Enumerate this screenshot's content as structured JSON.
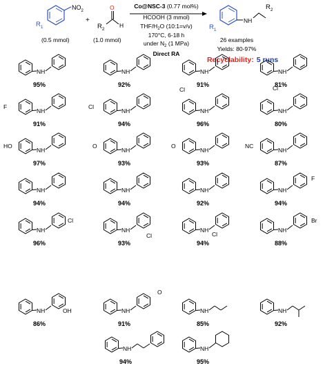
{
  "reaction": {
    "reagents": {
      "nitro_sub": "R",
      "nitro_sub_index": "1",
      "nitro_group": "NO",
      "nitro_index": "2",
      "nitro_amount": "(0.5 mmol)",
      "plus": "+",
      "aldehyde_r": "R",
      "aldehyde_r_index": "2",
      "aldehyde_o": "O",
      "aldehyde_h": "H",
      "aldehyde_amount": "(1.0 mmol)"
    },
    "conditions": {
      "catalyst": "Co@NSC-3",
      "catalyst_loading": " (0.77 mol%)",
      "reductant": "HCOOH (3 mmol)",
      "solvent_a": "THF/H",
      "solvent_sub": "2",
      "solvent_b": "O  (10:1=v/v)",
      "temperature": "170°C, 6-18 h",
      "atmosphere_a": "under N",
      "atmosphere_sub": "2",
      "atmosphere_b": " (1 MPa)",
      "method": "Direct RA"
    },
    "product": {
      "r1": "R",
      "r1_index": "1",
      "nh": "NH",
      "r2": "R",
      "r2_index": "2",
      "examples": "26 examples",
      "yields": "Yields: 80-97%",
      "recyclability_label": "Recyclability:",
      "recyclability_runs": "5 runs"
    },
    "colors": {
      "ring": "#3050c8",
      "recyclability": "#e8201c",
      "runs": "#1f3fc2"
    }
  },
  "compounds": [
    {
      "yield": "95%",
      "labels": {
        "nh": "NH"
      }
    },
    {
      "yield": "92%",
      "labels": {
        "nh": "NH"
      }
    },
    {
      "yield": "91%",
      "labels": {
        "nh": "NH"
      }
    },
    {
      "yield": "81%",
      "labels": {
        "nh": "NH"
      }
    },
    {
      "yield": "91%",
      "labels": {
        "nh": "NH",
        "sub": "F"
      }
    },
    {
      "yield": "94%",
      "labels": {
        "nh": "NH",
        "sub": "Cl"
      }
    },
    {
      "yield": "96%",
      "labels": {
        "nh": "NH",
        "sub": "Cl"
      }
    },
    {
      "yield": "80%",
      "labels": {
        "nh": "NH",
        "sub": "Cl"
      }
    },
    {
      "yield": "97%",
      "labels": {
        "nh": "NH",
        "sub": "HO"
      }
    },
    {
      "yield": "93%",
      "labels": {
        "nh": "NH",
        "sub": "O"
      }
    },
    {
      "yield": "93%",
      "labels": {
        "nh": "NH",
        "sub": "O"
      }
    },
    {
      "yield": "87%",
      "labels": {
        "nh": "NH",
        "sub": "NC"
      }
    },
    {
      "yield": "94%",
      "labels": {
        "nh": "NH"
      }
    },
    {
      "yield": "94%",
      "labels": {
        "nh": "NH"
      }
    },
    {
      "yield": "92%",
      "labels": {
        "nh": "NH"
      }
    },
    {
      "yield": "94%",
      "labels": {
        "nh": "NH",
        "sub": "F"
      }
    },
    {
      "yield": "96%",
      "labels": {
        "nh": "NH",
        "sub": "Cl"
      }
    },
    {
      "yield": "93%",
      "labels": {
        "nh": "NH",
        "sub": "Cl"
      }
    },
    {
      "yield": "94%",
      "labels": {
        "nh": "NH",
        "sub": "Cl"
      }
    },
    {
      "yield": "88%",
      "labels": {
        "nh": "NH",
        "sub": "Br"
      }
    },
    {
      "yield": "86%",
      "labels": {
        "nh": "NH",
        "sub": "OH"
      }
    },
    {
      "yield": "91%",
      "labels": {
        "nh": "NH",
        "sub": "O"
      }
    },
    {
      "yield": "85%",
      "labels": {
        "nh": "NH"
      }
    },
    {
      "yield": "92%",
      "labels": {
        "nh": "NH"
      }
    },
    {
      "yield": "94%",
      "labels": {
        "nh": "NH"
      }
    },
    {
      "yield": "95%",
      "labels": {
        "nh": "NH"
      }
    }
  ]
}
